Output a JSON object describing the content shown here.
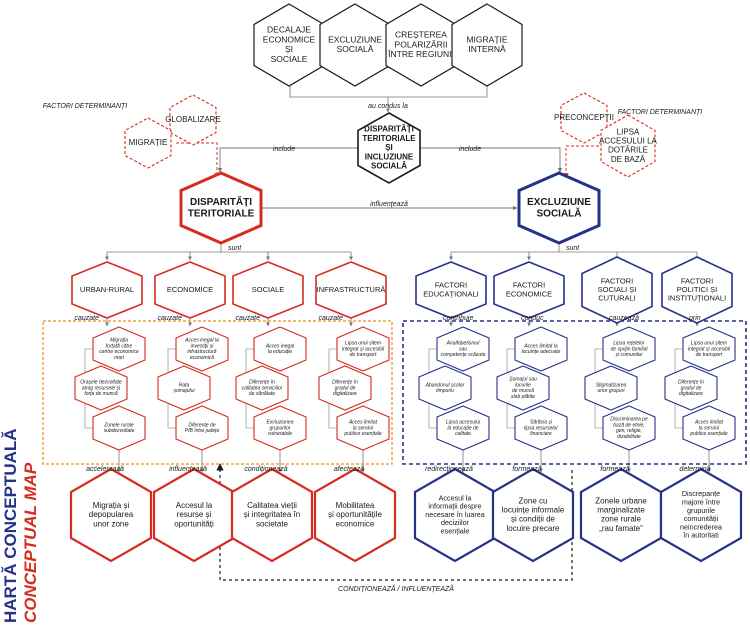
{
  "vertical_title": {
    "ro": "HARTĂ CONCEPTUALĂ",
    "en": "CONCEPTUAL MAP"
  },
  "top_hexes": [
    [
      "DECALAJE",
      "ECONOMICE",
      "ȘI",
      "SOCIALE"
    ],
    [
      "EXCLUZIUNE",
      "SOCIALĂ"
    ],
    [
      "CREȘTEREA",
      "POLARIZĂRII",
      "ÎNTRE REGIUNII"
    ],
    [
      "MIGRAȚIE",
      "INTERNĂ"
    ]
  ],
  "rel_top": "au condus la",
  "central_node": [
    "DISPARITĂȚI",
    "TERITORIALE",
    "ȘI",
    "INCLUZIUNE",
    "SOCIALĂ"
  ],
  "factors_left": {
    "title": "FACTORI DETERMINANȚI",
    "items": [
      [
        "GLOBALIZARE"
      ],
      [
        "MIGRAȚIE"
      ]
    ]
  },
  "factors_right": {
    "title": "FACTORI DETERMINANȚI",
    "items": [
      [
        "PRECONCEPȚII"
      ],
      [
        "LIPSA",
        "ACCESULUI LA",
        "DOTĂRILE",
        "DE BAZĂ"
      ]
    ]
  },
  "rel_include_left": "include",
  "rel_include_right": "include",
  "rel_influenteaza": "influențează",
  "disparitati": [
    "DISPARITĂȚI",
    "TERITORIALE"
  ],
  "excluziune": [
    "EXCLUZIUNE",
    "SOCIALĂ"
  ],
  "rel_sunt_left": "sunt",
  "rel_sunt_right": "sunt",
  "red_categories": [
    {
      "label": [
        "URBAN-RURAL"
      ],
      "rel": "cauzate",
      "details": [
        [
          "Migrația",
          "forțată către",
          "centre economice",
          "mari"
        ],
        [
          "Orașele dezvoltate",
          "atrag resursele și",
          "forța de muncă"
        ],
        [
          "Zonele rurale",
          "subdezvoltate"
        ]
      ],
      "outcome_rel": "accelerează",
      "outcome": [
        "Migrația și",
        "depopularea",
        "unor zone"
      ]
    },
    {
      "label": [
        "ECONOMICE"
      ],
      "rel": "cauzate",
      "details": [
        [
          "Acces inegal la",
          "investiții și",
          "infrastructură",
          "economică"
        ],
        [
          "Rata",
          "șomajului"
        ],
        [
          "Diferențe de",
          "PIB între județe"
        ]
      ],
      "outcome_rel": "influențează",
      "outcome": [
        "Accesul la",
        "resurse și",
        "oportunități"
      ]
    },
    {
      "label": [
        "SOCIALE"
      ],
      "rel": "cauzate",
      "details": [
        [
          "Acces inegal",
          "la educație"
        ],
        [
          "Diferențe în",
          "calitatea serviciilor",
          "de sănătate"
        ],
        [
          "Excluziunea",
          "grupurilor",
          "vulnerabile"
        ]
      ],
      "outcome_rel": "condiționează",
      "outcome": [
        "Calitatea vieții",
        "și integritatea în",
        "societate"
      ]
    },
    {
      "label": [
        "INFRASTRUCTURĂ"
      ],
      "rel": "cauzate",
      "details": [
        [
          "Lipsa unui sitem",
          "integrat și accesibil",
          "de transport"
        ],
        [
          "Diferențe în",
          "gradul de",
          "digitalizare"
        ],
        [
          "Acces limitat",
          "la servicii",
          "publice esențiale"
        ]
      ],
      "outcome_rel": "afectează",
      "outcome": [
        "Mobilitatea",
        "și oportunitățile",
        "economice"
      ]
    }
  ],
  "blue_categories": [
    {
      "label": [
        "FACTORI",
        "EDUCAȚIONALI"
      ],
      "rel": "contribuie",
      "details": [
        [
          "Analfabetismul",
          "sau",
          "competențe scăzute"
        ],
        [
          "Abandonul școlar",
          "timpuriu"
        ],
        [
          "Lipsa accesului",
          "la educație de",
          "calitate"
        ]
      ],
      "outcome_rel": "redirecționează",
      "outcome": [
        "Accesul la",
        "informații despre",
        "necesare în luarea",
        "deciziilor",
        "esențiale"
      ]
    },
    {
      "label": [
        "FACTORI",
        "ECONOMICE"
      ],
      "rel": "conduc",
      "details": [
        [
          "Acces limitat la",
          "locuințe adecvate"
        ],
        [
          "Șomajul sau",
          "locurile",
          "de muncă",
          "slab plătite"
        ],
        [
          "Sărăcia și",
          "lipsa resurselor",
          "financiare"
        ]
      ],
      "outcome_rel": "formează",
      "outcome": [
        "Zone cu",
        "locuințe informale",
        "și condiții de",
        "locuire precare"
      ]
    },
    {
      "label": [
        "FACTORI",
        "SOCIALI ȘI",
        "CUTURALI"
      ],
      "rel": "cauzează",
      "details": [
        [
          "Lipsa rețelelor",
          "de sprijin familial",
          "și comunitar"
        ],
        [
          "Stigmatizarea",
          "unor grupuri"
        ],
        [
          "Discriminarea pe",
          "bază de etnie,",
          "gen, religie,",
          "dizabilitate"
        ]
      ],
      "outcome_rel": "formează",
      "outcome": [
        "Zonele urbane",
        "marginalizate",
        "zone rurale",
        "„rau famate”"
      ]
    },
    {
      "label": [
        "FACTORI",
        "POLITICI ȘI",
        "INSTITUȚIONALI"
      ],
      "rel": "prin",
      "details": [
        [
          "Lipsa unui sitem",
          "integrat și accesibil",
          "de transport"
        ],
        [
          "Diferențe în",
          "gradul de",
          "digitalizare"
        ],
        [
          "Acces limitat",
          "la servicii",
          "publice esențiale"
        ]
      ],
      "outcome_rel": "determină",
      "outcome": [
        "Discrepanțe",
        "majore între",
        "grupurile",
        "comunității",
        "neincrederea",
        "în autoritati"
      ]
    }
  ],
  "bottom_link": "CONDIȚIONEAZĂ / INFLUENȚEAZĂ",
  "colors": {
    "black": "#1a1a1a",
    "red": "#d62b1f",
    "blue": "#26328a",
    "orange": "#f0a23a",
    "gray": "#777777"
  }
}
